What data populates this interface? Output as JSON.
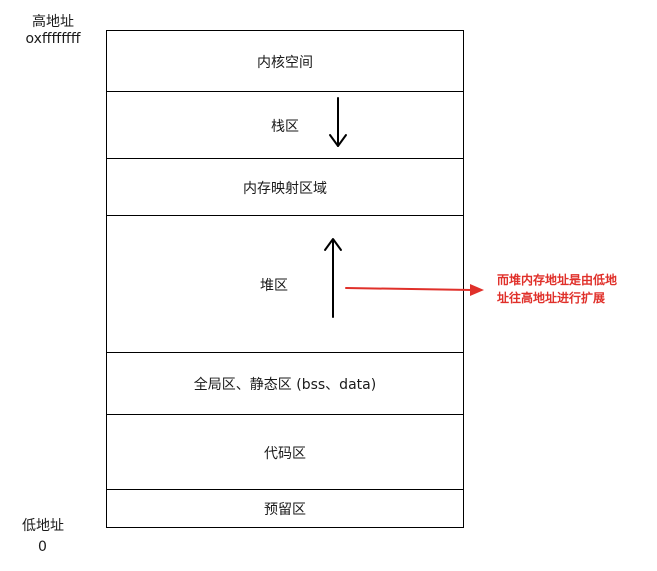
{
  "labels": {
    "high_title": "高地址",
    "high_addr": "oxffffffff",
    "low_title": "低地址",
    "low_addr": "0"
  },
  "regions": [
    {
      "label": "内核空间"
    },
    {
      "label": "栈区"
    },
    {
      "label": "内存映射区域"
    },
    {
      "label": "堆区"
    },
    {
      "label": "全局区、静态区 (bss、data)"
    },
    {
      "label": "代码区"
    },
    {
      "label": "预留区"
    }
  ],
  "annotation": {
    "line1": "而堆内存地址是由低地",
    "line2": "址往高地址进行扩展",
    "color": "#e0302a"
  },
  "arrows": {
    "stack_direction": "down",
    "heap_direction": "up"
  }
}
